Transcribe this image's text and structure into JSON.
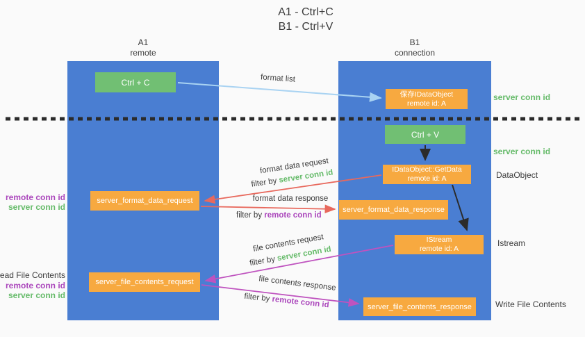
{
  "title": {
    "line1": "A1 - Ctrl+C",
    "line2": "B1 - Ctrl+V"
  },
  "lifelines": {
    "left": {
      "name": "A1",
      "role": "remote"
    },
    "right": {
      "name": "B1",
      "role": "connection"
    }
  },
  "nodes": {
    "ctrl_c": {
      "label": "Ctrl + C"
    },
    "save_idataobject": {
      "line1": "保存IDataObject",
      "line2": "remote id: A"
    },
    "ctrl_v": {
      "label": "Ctrl + V"
    },
    "getdata": {
      "line1": "IDataObject::GetData",
      "line2": "remote id: A"
    },
    "format_request": {
      "label": "server_format_data_request"
    },
    "format_response": {
      "label": "server_format_data_response"
    },
    "istream": {
      "line1": "IStream",
      "line2": "remote id: A"
    },
    "file_request": {
      "label": "server_file_contents_request"
    },
    "file_response": {
      "label": "server_file_contents_response"
    }
  },
  "arrow_labels": {
    "format_list": "format list",
    "format_data_request": "format data request",
    "format_data_request_filter_prefix": "filter by ",
    "format_data_request_filter_key": "server conn id",
    "format_data_response": "format data response",
    "format_data_response_filter_prefix": "filter by ",
    "format_data_response_filter_key": "remote conn id",
    "file_contents_request": "file contents request",
    "file_contents_request_filter_prefix": "filter by ",
    "file_contents_request_filter_key": "server conn id",
    "file_contents_response": "file contents response",
    "file_contents_response_filter_prefix": "filter by ",
    "file_contents_response_filter_key": "remote conn id"
  },
  "side_labels": {
    "server_conn_id_top_right": "server conn id",
    "server_conn_id_mid_right": "server conn id",
    "dataobject": "DataObject",
    "istream": "Istream",
    "write_file_contents": "Write File Contents",
    "read_file_contents": "Read File Contents",
    "left_group1": {
      "remote": "remote conn id",
      "server": "server conn id"
    },
    "left_group2": {
      "remote": "remote conn id",
      "server": "server conn id"
    }
  },
  "colors": {
    "column_blue": "#4a7ed2",
    "box_green": "#71bf73",
    "box_orange": "#f7a940",
    "arrow_lightblue": "#a9d3f2",
    "arrow_red": "#e8695d",
    "arrow_magenta": "#bf53bf",
    "text_green": "#66bb6a",
    "text_purple": "#ab47bc",
    "text_dark": "#3c3c3c"
  }
}
